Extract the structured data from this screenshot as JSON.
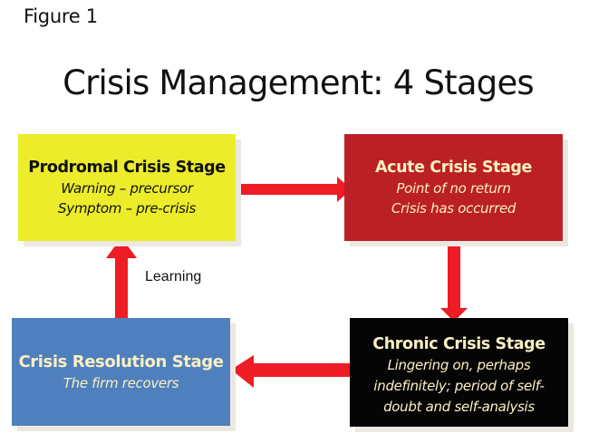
{
  "figure_label": "Figure 1",
  "title": "Crisis Management: 4 Stages",
  "colors": {
    "arrow": "#ee1c24",
    "prodromal_bg": "#ecec2a",
    "acute_bg": "#bb2026",
    "chronic_bg": "#050505",
    "resolution_bg": "#4f80bd",
    "light_text": "#fbefc2",
    "dark_text": "#111111"
  },
  "stages": {
    "prodromal": {
      "name": "Prodromal Crisis Stage",
      "lines": [
        "Warning – precursor",
        "Symptom – pre-crisis"
      ]
    },
    "acute": {
      "name": "Acute Crisis Stage",
      "lines": [
        "Point of no return",
        "Crisis has occurred"
      ]
    },
    "chronic": {
      "name": "Chronic Crisis Stage",
      "lines": [
        "Lingering on, perhaps",
        "indefinitely; period of self-",
        "doubt and self-analysis"
      ]
    },
    "resolution": {
      "name": "Crisis Resolution Stage",
      "lines": [
        "The firm recovers"
      ]
    }
  },
  "edges": [
    {
      "from": "prodromal",
      "to": "acute",
      "label": ""
    },
    {
      "from": "acute",
      "to": "chronic",
      "label": ""
    },
    {
      "from": "chronic",
      "to": "resolution",
      "label": ""
    },
    {
      "from": "resolution",
      "to": "prodromal",
      "label": "Learning"
    }
  ]
}
